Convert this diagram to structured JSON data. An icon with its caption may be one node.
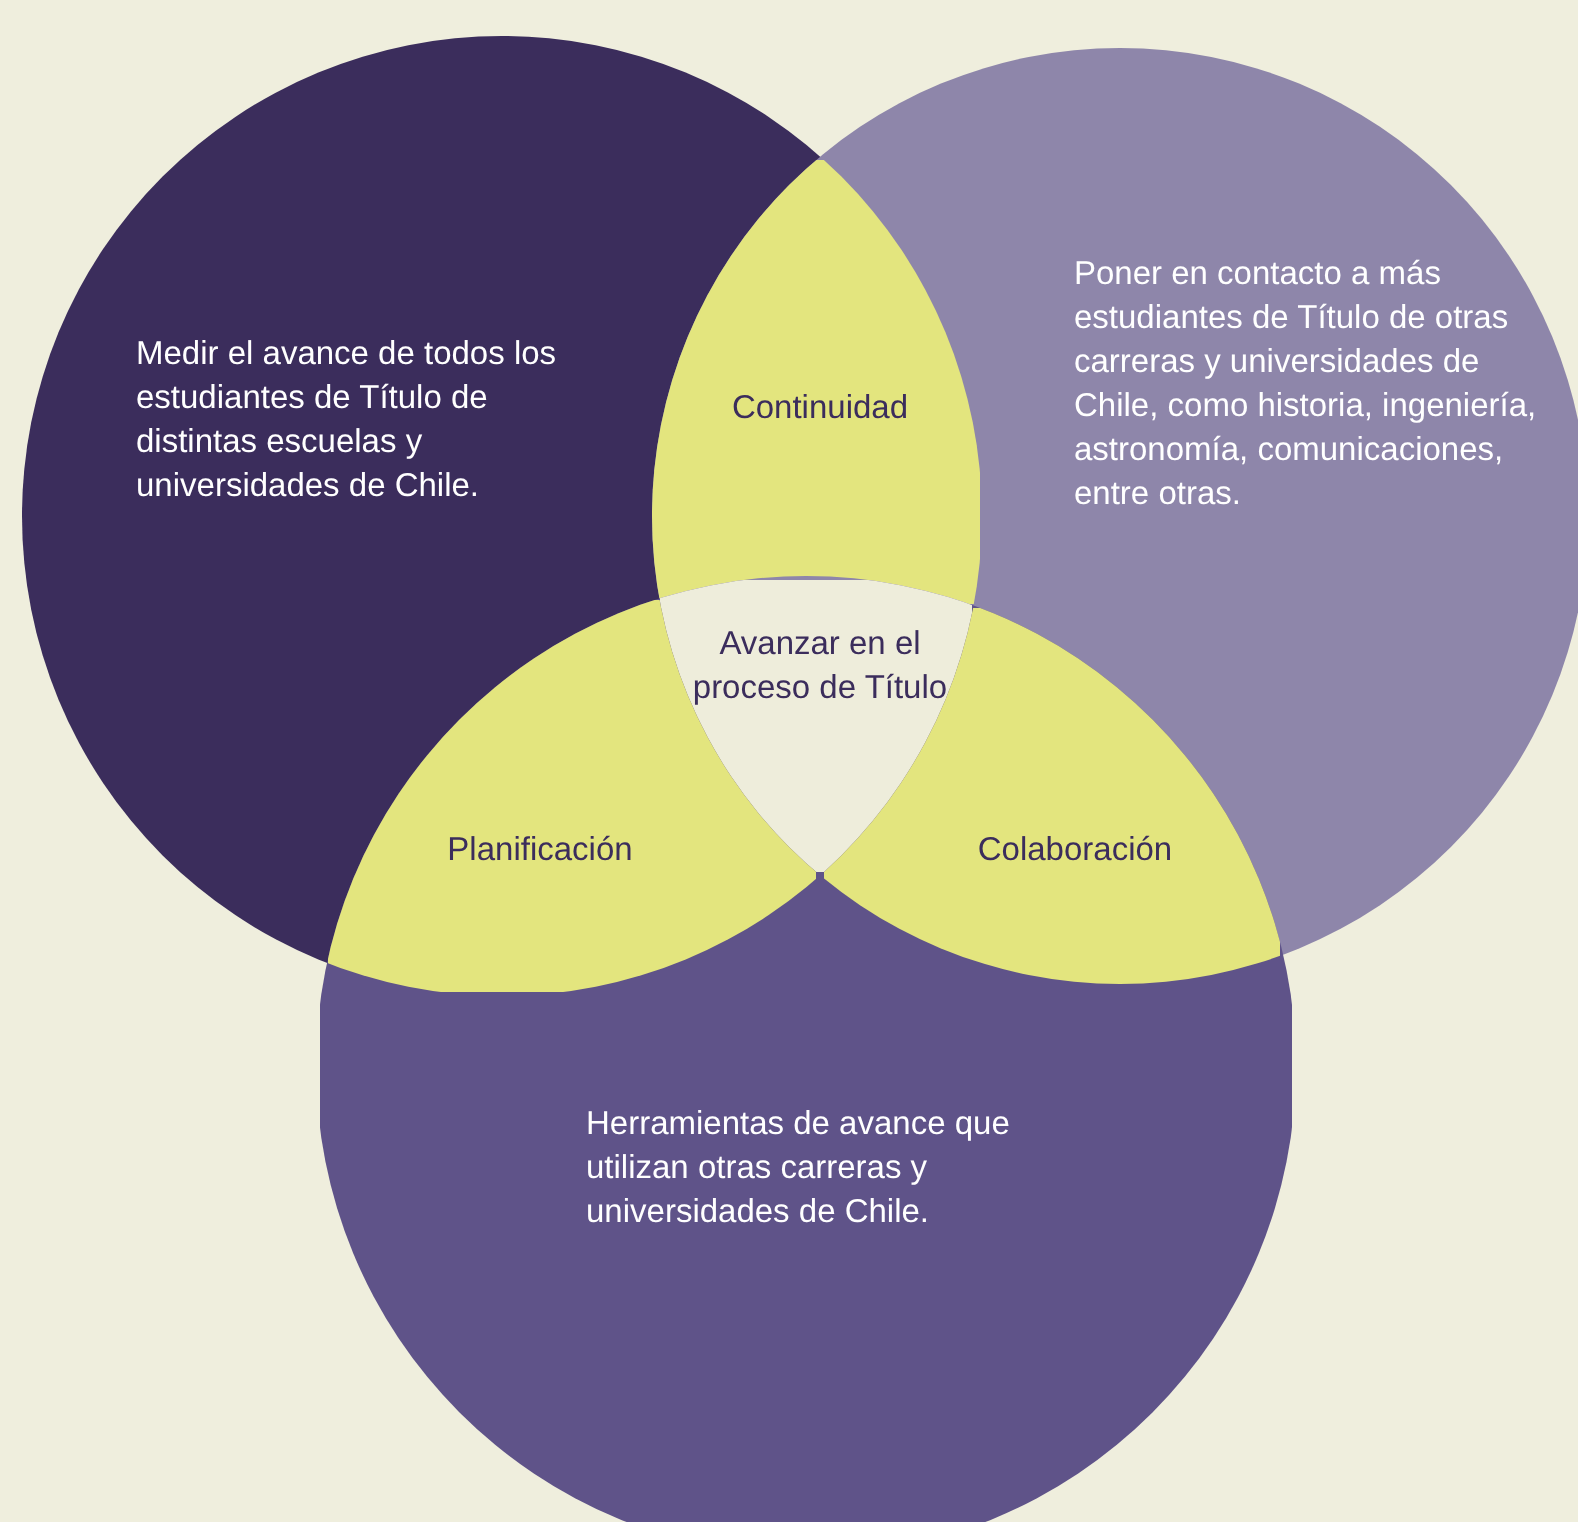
{
  "diagram": {
    "nodes": [
      {
        "text": [
          "Medir el avance de todos los estudiantes de Título de distintas escuelas y universidades de Chile."
        ]
      },
      {
        "text": [
          "Continuidad"
        ]
      },
      {
        "text": [
          "Poner en contacto a más estudiantes de Título de otras carreras y universidades de Chile, como historia, ingeniería, astronomía, comunicaciones, entre otras."
        ]
      },
      {
        "text": [
          "Avanzar en el proceso de Título"
        ]
      },
      {
        "text": [
          "Planificación"
        ]
      },
      {
        "text": [
          "Colaboración"
        ]
      },
      {
        "text": [
          "Herramientas de avance que utilizan otras carreras y universidades de Chile."
        ]
      }
    ]
  }
}
